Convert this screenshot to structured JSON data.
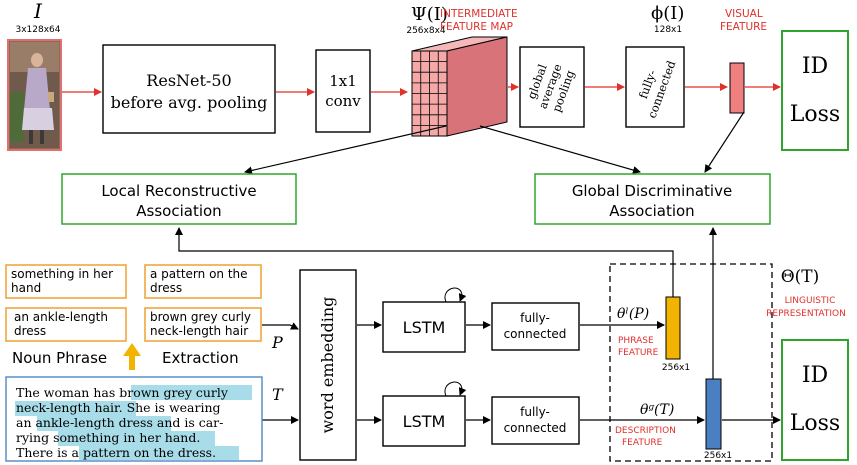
{
  "input": {
    "symbol": "I",
    "dims": "3x128x64"
  },
  "blocks": {
    "resnet_line1": "ResNet-50",
    "resnet_line2": "before avg. pooling",
    "conv_line1": "1x1",
    "conv_line2": "conv",
    "gap_line1": "global",
    "gap_line2": "average",
    "gap_line3": "pooling",
    "fc_line1": "fully-",
    "fc_line2": "connected",
    "id_loss_line1": "ID",
    "id_loss_line2": "Loss"
  },
  "feature_map": {
    "symbol": "Ψ(I)",
    "dims": "256x8x4",
    "label_line1": "INTERMEDIATE",
    "label_line2": "FEATURE  MAP"
  },
  "visual_feature": {
    "symbol": "ϕ(I)",
    "dims": "128x1",
    "label_line1": "VISUAL",
    "label_line2": "FEATURE"
  },
  "associations": {
    "local_line1": "Local Reconstructive",
    "local_line2": "Association",
    "global_line1": "Global Discriminative",
    "global_line2": "Association"
  },
  "phrases": {
    "p1_line1": "something in her",
    "p1_line2": "hand",
    "p2_line1": "a pattern on the",
    "p2_line2": "dress",
    "p3_line1": "an ankle-length",
    "p3_line2": "dress",
    "p4_line1": "brown grey curly",
    "p4_line2": "neck-length hair",
    "extraction_left": "Noun Phrase",
    "extraction_right": "Extraction",
    "p_symbol": "P",
    "t_symbol": "T"
  },
  "description": {
    "l1_a": "The woman has ",
    "l1_hl": "brown grey curly",
    "l2_hl": "neck-length hair",
    "l2_b": ". She is wearing",
    "l3_a": "an ",
    "l3_hl": "ankle-length dress",
    "l3_b": " and is car-",
    "l4_a": "rying ",
    "l4_hl": "something in her hand",
    "l4_b": ".",
    "l5_a": "There is ",
    "l5_hl": "a pattern on the dress",
    "l5_b": "."
  },
  "text_branch": {
    "word_embedding": "word embedding",
    "lstm": "LSTM",
    "fc_line1": "fully-",
    "fc_line2": "connected",
    "phrase_symbol": "θˡ(P)",
    "phrase_label_line1": "PHRASE",
    "phrase_label_line2": "FEATURE",
    "phrase_dims": "256x1",
    "desc_symbol": "θᵍ(T)",
    "desc_label_line1": "DESCRIPTION",
    "desc_label_line2": "FEATURE",
    "desc_dims": "256x1",
    "theta_symbol": "Θ(T)",
    "ling_line1": "LINGUISTIC",
    "ling_line2": "REPRESENTATION"
  },
  "colors": {
    "red_arrow": "#e0312b",
    "green_box": "#2ea62e",
    "orange_box": "#f0a030",
    "blue_box": "#5b8ec9",
    "highlight": "#a7dce8",
    "phrase_bar": "#f2b400",
    "desc_bar": "#4a7fc1",
    "feature_bar": "#f08080",
    "feature_map": "#f5a8a8"
  }
}
